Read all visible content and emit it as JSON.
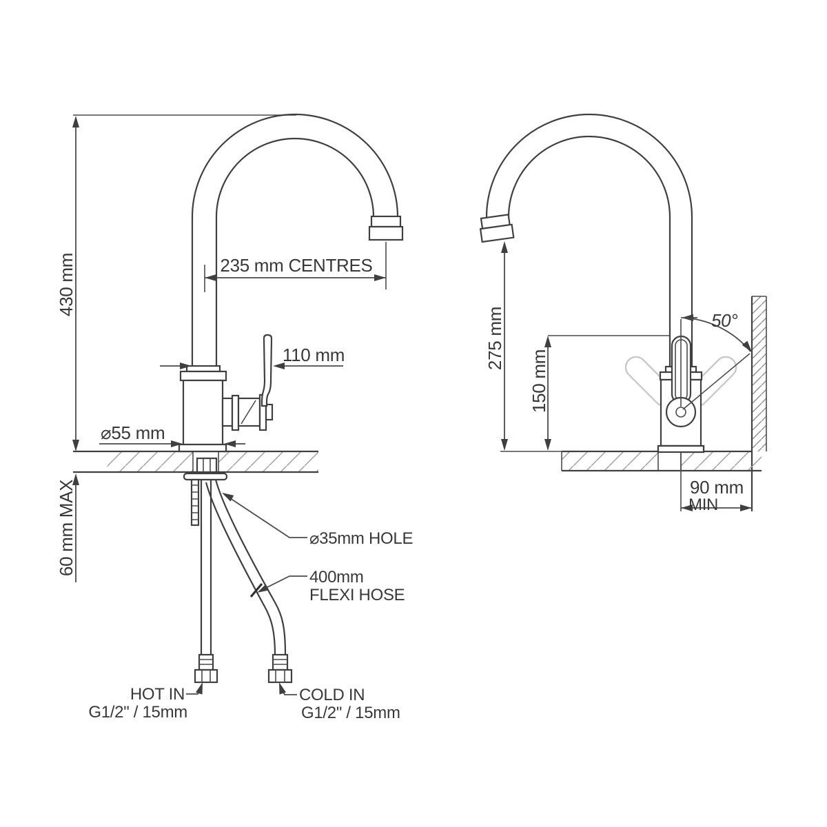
{
  "drawing_type": "kitchen-tap-installation-dimension-diagram",
  "colors": {
    "background": "#ffffff",
    "line": "#3f3f3f",
    "dimension_line": "#4a4a4a",
    "hatch": "#a0a0a0",
    "ghost_handle": "#c8c8c8",
    "text": "#383838"
  },
  "front_view": {
    "height_label": "430 mm",
    "thickness_label": "60 mm MAX",
    "centres_label": "235 mm CENTRES",
    "lever_label": "110 mm",
    "diameter_label": "⌀55 mm",
    "hole_label": "⌀35mm HOLE",
    "hose_length_label": "400mm",
    "hose_type_label": "FLEXI HOSE",
    "hot_label": "HOT IN",
    "hot_spec_label": "G1/2\" / 15mm",
    "cold_label": "COLD IN",
    "cold_spec_label": "G1/2\" / 15mm"
  },
  "side_view": {
    "outlet_height_label": "275 mm",
    "handle_height_label": "150 mm",
    "angle_label": "50°",
    "clearance_label": "90 mm",
    "clearance_qualifier_label": "MIN"
  }
}
